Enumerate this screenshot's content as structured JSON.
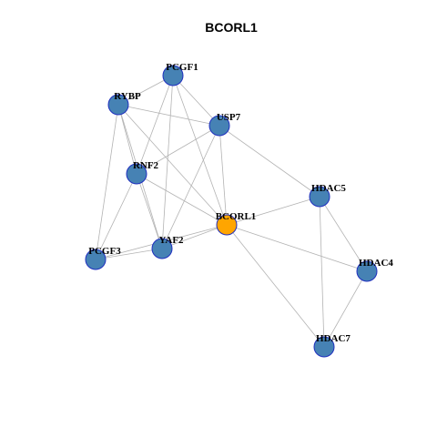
{
  "title": "BCORL1",
  "colors": {
    "hub_fill": "#FFA500",
    "node_fill": "#4682B4",
    "node_stroke": "#1F2FBF",
    "edge": "#B3B3B3"
  },
  "nodes": [
    {
      "id": "PCGF1",
      "label": "PCGF1",
      "hub": false
    },
    {
      "id": "RYBP",
      "label": "RYBP",
      "hub": false
    },
    {
      "id": "USP7",
      "label": "USP7",
      "hub": false
    },
    {
      "id": "RNF2",
      "label": "RNF2",
      "hub": false
    },
    {
      "id": "HDAC5",
      "label": "HDAC5",
      "hub": false
    },
    {
      "id": "BCORL1",
      "label": "BCORL1",
      "hub": true
    },
    {
      "id": "YAF2",
      "label": "YAF2",
      "hub": false
    },
    {
      "id": "PCGF3",
      "label": "PCGF3",
      "hub": false
    },
    {
      "id": "HDAC4",
      "label": "HDAC4",
      "hub": false
    },
    {
      "id": "HDAC7",
      "label": "HDAC7",
      "hub": false
    }
  ],
  "edges": [
    [
      "PCGF1",
      "RYBP"
    ],
    [
      "PCGF1",
      "USP7"
    ],
    [
      "PCGF1",
      "RNF2"
    ],
    [
      "PCGF1",
      "YAF2"
    ],
    [
      "PCGF1",
      "BCORL1"
    ],
    [
      "RYBP",
      "USP7"
    ],
    [
      "RYBP",
      "RNF2"
    ],
    [
      "RYBP",
      "PCGF3"
    ],
    [
      "RYBP",
      "YAF2"
    ],
    [
      "RYBP",
      "BCORL1"
    ],
    [
      "USP7",
      "RNF2"
    ],
    [
      "USP7",
      "YAF2"
    ],
    [
      "USP7",
      "BCORL1"
    ],
    [
      "USP7",
      "HDAC5"
    ],
    [
      "RNF2",
      "PCGF3"
    ],
    [
      "RNF2",
      "YAF2"
    ],
    [
      "RNF2",
      "BCORL1"
    ],
    [
      "YAF2",
      "PCGF3"
    ],
    [
      "YAF2",
      "BCORL1"
    ],
    [
      "PCGF3",
      "BCORL1"
    ],
    [
      "BCORL1",
      "HDAC5"
    ],
    [
      "BCORL1",
      "HDAC4"
    ],
    [
      "BCORL1",
      "HDAC7"
    ],
    [
      "HDAC5",
      "HDAC4"
    ],
    [
      "HDAC5",
      "HDAC7"
    ],
    [
      "HDAC4",
      "HDAC7"
    ]
  ]
}
